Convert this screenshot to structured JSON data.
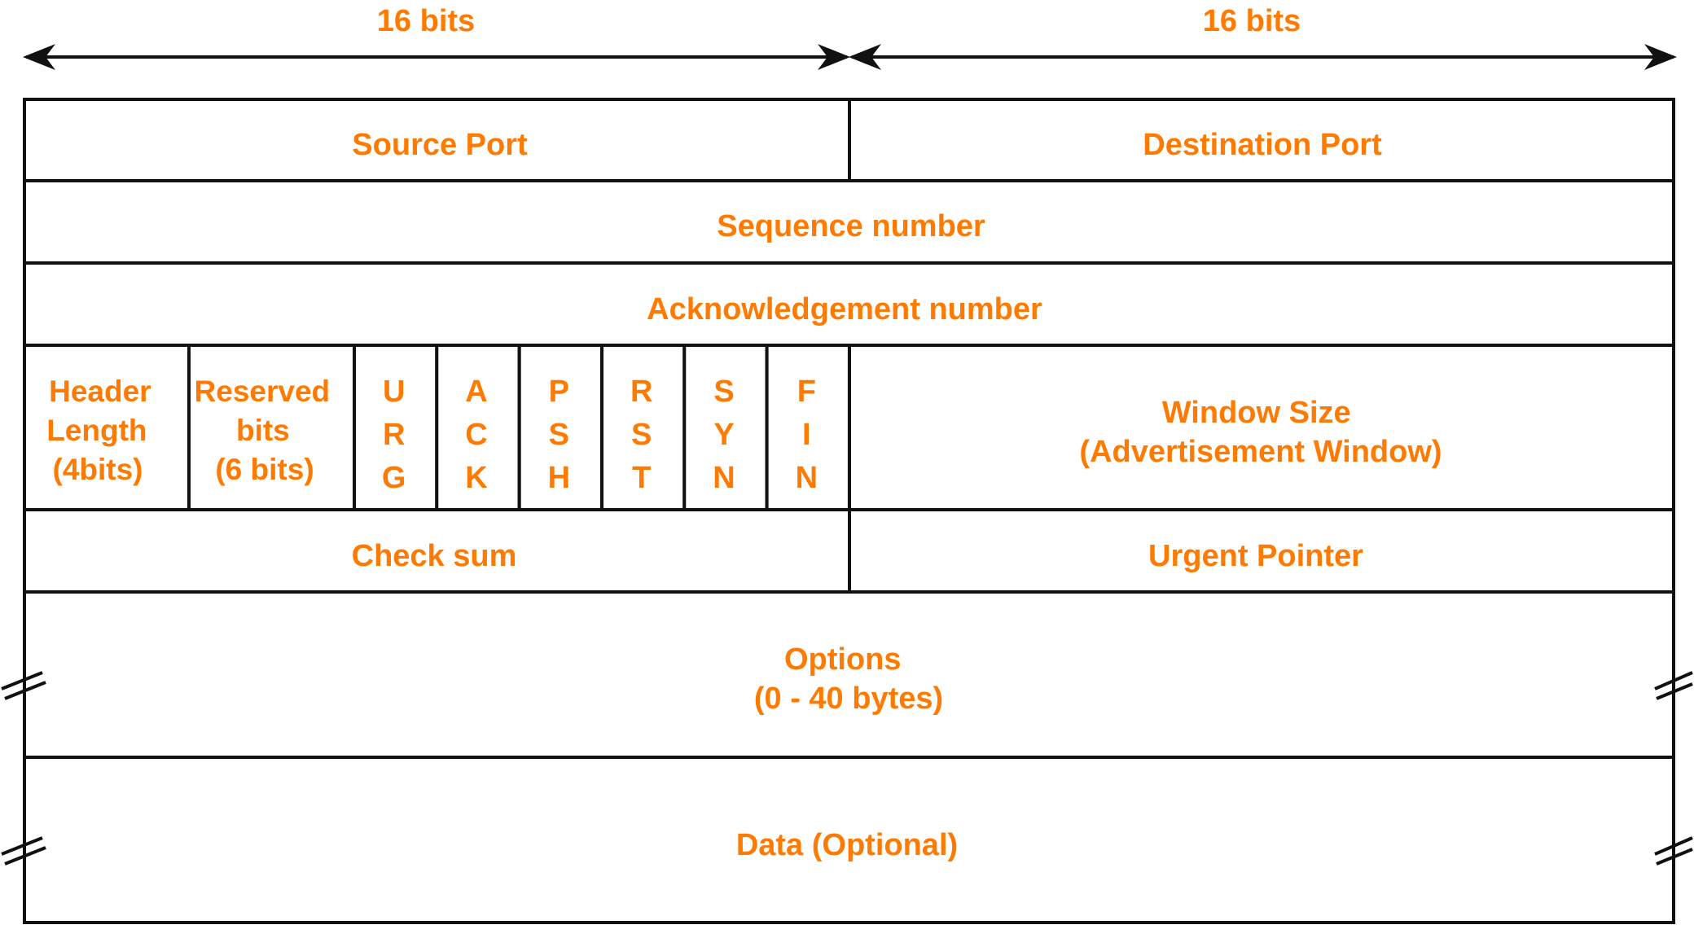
{
  "colors": {
    "text": "#ff7a00",
    "line": "#111111",
    "background": "#ffffff"
  },
  "width_labels": {
    "left": "16 bits",
    "right": "16 bits"
  },
  "fields": {
    "source_port": "Source Port",
    "destination_port": "Destination Port",
    "sequence_number": "Sequence number",
    "ack_number": "Acknowledgement number",
    "header_length": [
      "Header",
      "Length",
      "(4bits)"
    ],
    "reserved": [
      "Reserved",
      "bits",
      "(6 bits)"
    ],
    "flags": [
      {
        "name": "URG",
        "letters": [
          "U",
          "R",
          "G"
        ]
      },
      {
        "name": "ACK",
        "letters": [
          "A",
          "C",
          "K"
        ]
      },
      {
        "name": "PSH",
        "letters": [
          "P",
          "S",
          "H"
        ]
      },
      {
        "name": "RST",
        "letters": [
          "R",
          "S",
          "T"
        ]
      },
      {
        "name": "SYN",
        "letters": [
          "S",
          "Y",
          "N"
        ]
      },
      {
        "name": "FIN",
        "letters": [
          "F",
          "I",
          "N"
        ]
      }
    ],
    "window_size": [
      "Window Size",
      "(Advertisement Window)"
    ],
    "checksum": "Check sum",
    "urgent_pointer": "Urgent Pointer",
    "options": [
      "Options",
      "(0 - 40 bytes)"
    ],
    "data": "Data (Optional)"
  }
}
